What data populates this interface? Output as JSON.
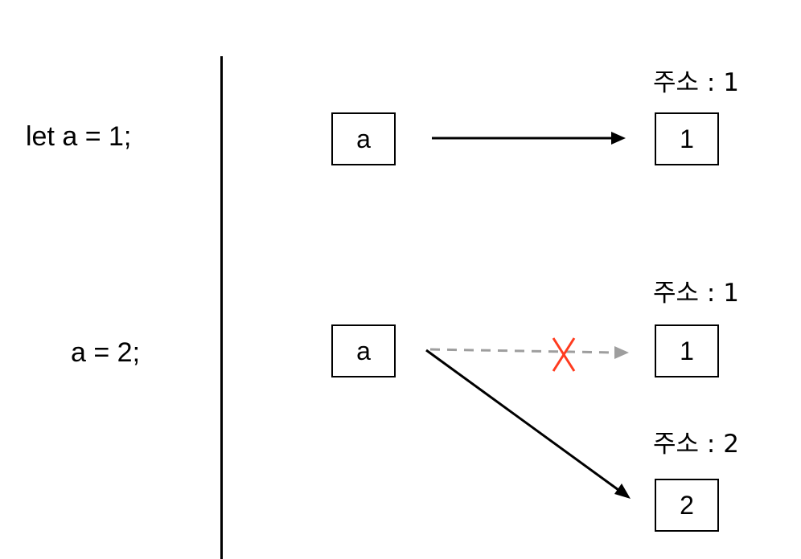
{
  "steps": [
    {
      "code": "let a = 1;",
      "variable": "a",
      "targets": [
        {
          "address_label": "주소 : 1",
          "value": "1",
          "status": "active"
        }
      ]
    },
    {
      "code": "a = 2;",
      "variable": "a",
      "targets": [
        {
          "address_label": "주소 : 1",
          "value": "1",
          "status": "removed"
        },
        {
          "address_label": "주소 : 2",
          "value": "2",
          "status": "active"
        }
      ]
    }
  ],
  "colors": {
    "line": "#000000",
    "removed_line": "#9e9e9e",
    "cross_mark": "#ff3b1f"
  }
}
